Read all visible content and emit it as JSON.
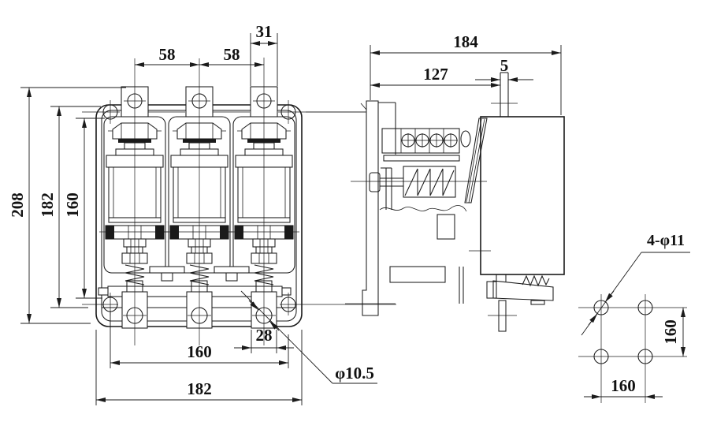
{
  "front_view": {
    "dim_pole_pitch_left": "58",
    "dim_pole_pitch_right": "58",
    "dim_terminal_width": "31",
    "dim_height_overall": "208",
    "dim_height_frame": "182",
    "dim_height_inner": "160",
    "dim_mounting_span": "160",
    "dim_lower_terminal_width": "28",
    "dim_width_overall": "182",
    "hole_callout": "φ10.5"
  },
  "side_view": {
    "dim_depth_overall": "184",
    "dim_depth_body": "127",
    "dim_pin_width": "5"
  },
  "mounting_hole_pattern": {
    "hole_callout": "4-φ11",
    "dim_vertical_pitch": "160",
    "dim_horizontal_pitch": "160"
  },
  "colors": {
    "line": "#1b1b1b",
    "background": "#ffffff",
    "dark_fill": "#1a1a1a"
  }
}
